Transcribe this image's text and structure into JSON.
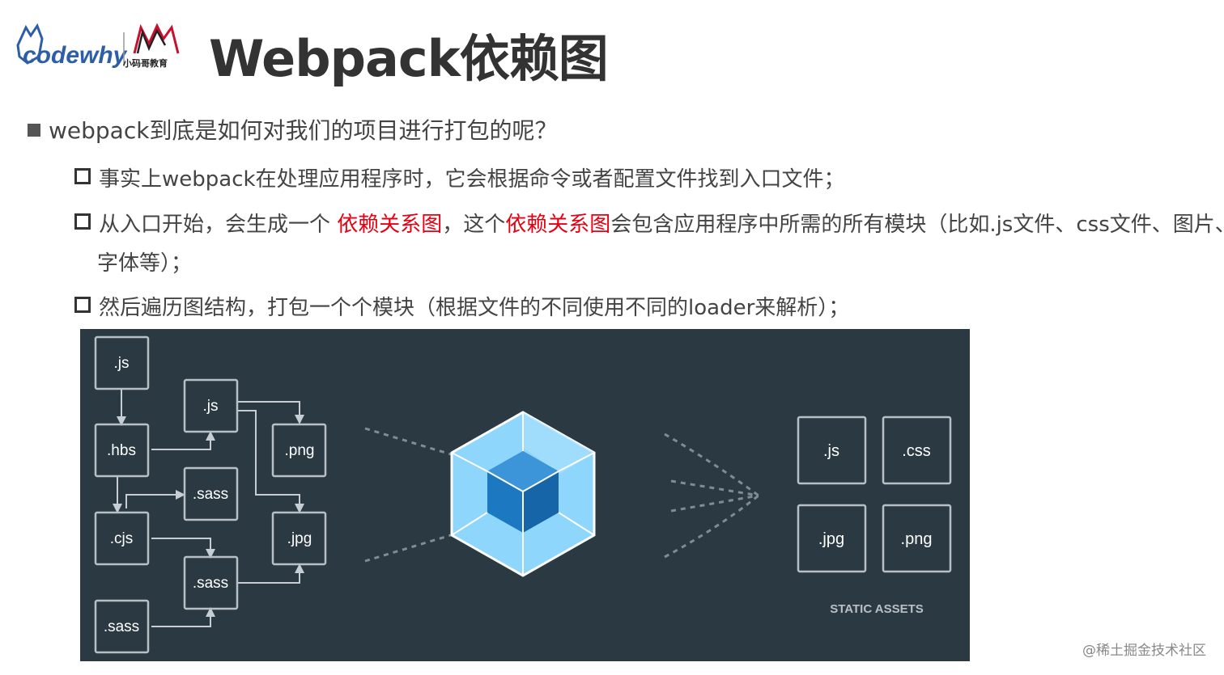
{
  "header": {
    "logo": {
      "brand_left": "codewhy",
      "brand_right": "小码哥教育",
      "accent_color": "#2d5fa8",
      "accent_color_2": "#c8102e"
    },
    "title": "Webpack依赖图"
  },
  "content": {
    "question": "webpack到底是如何对我们的项目进行打包的呢？",
    "points": [
      {
        "text": "事实上webpack在处理应用程序时，它会根据命令或者配置文件找到入口文件；"
      },
      {
        "part1": "从入口开始，会生成一个 ",
        "highlight1": "依赖关系图",
        "part2": "，这个",
        "highlight2": "依赖关系图",
        "part3": "会包含应用程序中所需的所有模块（比如.js文件、css文件、图片、",
        "line2": "字体等）；"
      },
      {
        "text": "然后遍历图结构，打包一个个模块（根据文件的不同使用不同的loader来解析）；"
      }
    ]
  },
  "diagram": {
    "background": "#2b3a42",
    "modules": [
      ".js",
      ".hbs",
      ".cjs",
      ".sass",
      ".js",
      ".sass",
      ".sass",
      ".png",
      ".jpg"
    ],
    "assets": [
      ".js",
      ".css",
      ".jpg",
      ".png"
    ],
    "assets_caption": "STATIC ASSETS",
    "cube_colors": {
      "outer": "#8ed6fb",
      "inner": "#1c78c0"
    }
  },
  "watermark": "@稀土掘金技术社区"
}
